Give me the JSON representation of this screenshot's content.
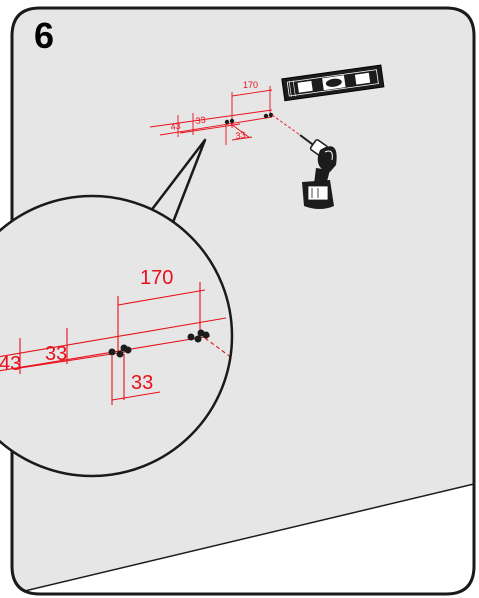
{
  "step": {
    "number": "6"
  },
  "dimensions": {
    "spacing_wide": "170",
    "offset_left": "43",
    "offset_mid": "33",
    "offset_vertical": "33"
  },
  "colors": {
    "wall": "#e6e6e6",
    "floor": "#ffffff",
    "frame": "#1a1a1a",
    "dimension": "#e8101a",
    "tool": "#1c1c1c"
  },
  "icons": [
    "spirit-level-icon",
    "cordless-drill-icon",
    "magnifier-callout"
  ]
}
